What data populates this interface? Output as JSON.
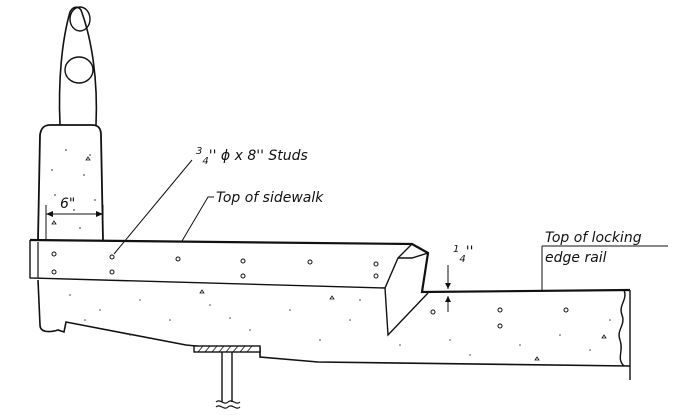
{
  "labels": {
    "studs": {
      "sup": "3",
      "sub": "4",
      "main": "'' ϕ x 8'' Studs"
    },
    "top_of_sidewalk": "Top of sidewalk",
    "dim_6": "6\"",
    "quarter": {
      "sup": "1",
      "sub": "4",
      "main": "''"
    },
    "locking_rail_line1": "Top of locking",
    "locking_rail_line2": "edge rail"
  },
  "colors": {
    "ink": "#111111",
    "paper": "#ffffff"
  }
}
